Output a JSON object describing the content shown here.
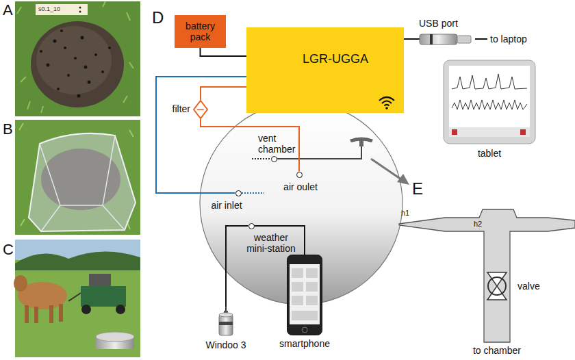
{
  "diagram": {
    "nodes": [
      {
        "text": [
          "battery pack"
        ]
      },
      {
        "text": [
          "LGR-UGGA"
        ]
      },
      {
        "text": [
          "filter"
        ]
      },
      {
        "text": [
          "vent chamber"
        ]
      },
      {
        "text": [
          "air inlet"
        ]
      },
      {
        "text": [
          "air oulet"
        ]
      },
      {
        "text": [
          "weather mini-station"
        ]
      },
      {
        "text": [
          "Windoo 3"
        ]
      },
      {
        "text": [
          "smartphone"
        ]
      }
    ],
    "edges": [
      {
        "from": 0,
        "to": 1,
        "arrow": "none"
      },
      {
        "from": 1,
        "to": 4,
        "arrow": "none"
      },
      {
        "from": 1,
        "to": 2,
        "arrow": "none"
      },
      {
        "from": 2,
        "to": 5,
        "arrow": "none"
      },
      {
        "from": 6,
        "to": 7,
        "arrow": "none"
      },
      {
        "from": 6,
        "to": 8,
        "arrow": "none"
      }
    ],
    "labels": [
      "A",
      "B",
      "C",
      "D",
      "E",
      "s0.1_10",
      "USB port",
      "to laptop",
      "tablet",
      "h1",
      "h2",
      "valve",
      "to chamber"
    ]
  }
}
